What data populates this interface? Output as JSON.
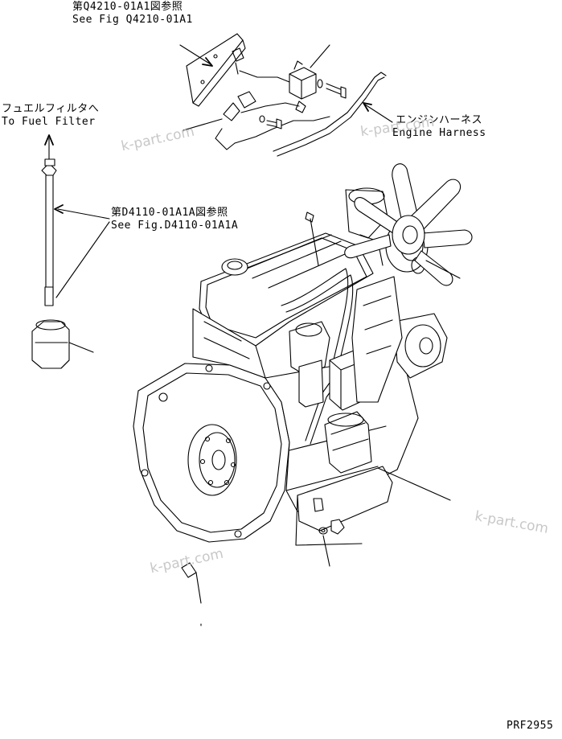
{
  "callouts": {
    "ref_bracket_jp": "第Q4210-01A1図参照",
    "ref_bracket_en": "See Fig Q4210-01A1",
    "to_fuel_filter_jp": "フュエルフィルタへ",
    "to_fuel_filter_en": "To Fuel Filter",
    "ref_fuel_jp": "第D4110-01A1A図参照",
    "ref_fuel_en": "See Fig.D4110-01A1A",
    "engine_harness_jp": "エンジンハーネス",
    "engine_harness_en": "Engine Harness"
  },
  "watermarks": [
    "k-part.com",
    "k-part.com",
    "k-part.com",
    "k-part.com"
  ],
  "drawing_number": "PRF2955"
}
